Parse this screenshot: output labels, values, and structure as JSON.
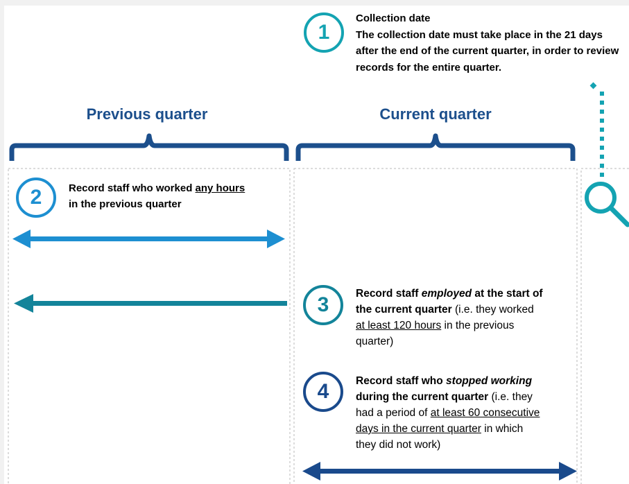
{
  "headings": {
    "previous_quarter": "Previous quarter",
    "current_quarter": "Current quarter"
  },
  "step1": {
    "number": "1",
    "title": "Collection date",
    "text": "The collection date must take place in the 21 days after the end of the current quarter, in order to review records for the entire quarter."
  },
  "step2": {
    "number": "2",
    "text_a": "Record staff who worked ",
    "text_u": "any hours",
    "text_b": "in the previous quarter"
  },
  "step3": {
    "number": "3",
    "bold_a": "Record staff ",
    "italic": "employed",
    "bold_b": " at the start of",
    "bold_c": "the current quarter",
    "plain_a": " (i.e. they worked",
    "underline": "at least 120 hours",
    "plain_b": " in the previous",
    "plain_c": "quarter)"
  },
  "step4": {
    "number": "4",
    "bold_a": "Record staff who ",
    "italic": "stopped working",
    "bold_b": "during the current quarter",
    "plain_a": " (i.e. they",
    "plain_b": "had a period of ",
    "underline_a": "at least 60 consecutive",
    "underline_b": "days in the current quarter",
    "plain_c": " in which",
    "plain_d": "they did not work)"
  },
  "colors": {
    "dark_blue": "#1c4f8c",
    "mid_blue": "#1d8fd1",
    "teal": "#14a3b2",
    "dark_teal": "#13849a",
    "navy_circle": "#1a4a8c"
  },
  "icons": [
    "magnifier-icon"
  ]
}
